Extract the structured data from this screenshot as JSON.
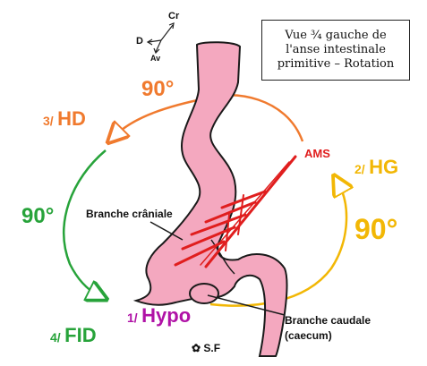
{
  "title": {
    "line1": "Vue ¾ gauche de",
    "line2": "l'anse intestinale",
    "line3": "primitive – Rotation"
  },
  "orientation": {
    "cranial": "Cr",
    "dorsal": "D",
    "anterior": "Av"
  },
  "steps": {
    "s1_num": "1/",
    "s1_label": "Hypo",
    "s2_num": "2/",
    "s2_label": "HG",
    "s3_num": "3/",
    "s3_label": "HD",
    "s4_num": "4/",
    "s4_label": "FID"
  },
  "angles": {
    "top": "90°",
    "left": "90°",
    "right": "90°"
  },
  "labels": {
    "ams": "AMS",
    "cranial_branch": "Branche crâniale",
    "caudal_branch_line1": "Branche caudale",
    "caudal_branch_line2": "(caecum)",
    "signature": "S.F"
  },
  "colors": {
    "orange": "#f07a2e",
    "yellow": "#f2b705",
    "green": "#27a33a",
    "purple": "#b012a6",
    "red": "#e01e1e",
    "intestine_fill": "#f4a8bf",
    "outline": "#1a1a1a"
  }
}
